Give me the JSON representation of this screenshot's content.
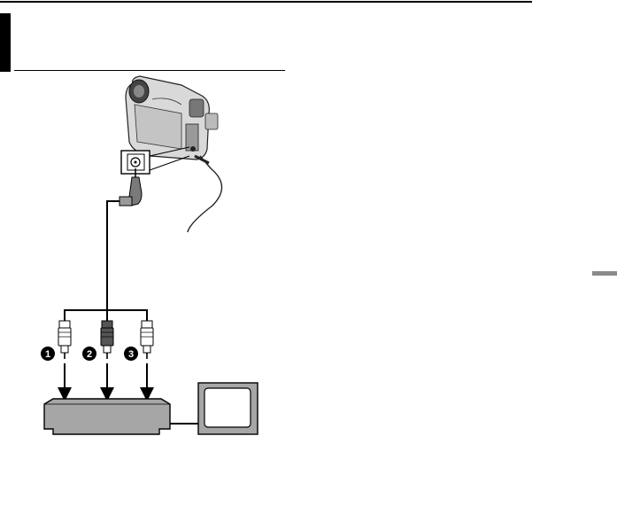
{
  "page": {
    "heading_text": "",
    "colors": {
      "rule": "#000000",
      "side_tab": "#8a8a8a"
    }
  },
  "diagram": {
    "description_icons": [
      "camcorder-icon",
      "av-jack-icon",
      "av-cable-plug-icon",
      "rca-plug-icon",
      "vcr-icon",
      "tv-icon"
    ],
    "plugs": [
      {
        "marker": "1"
      },
      {
        "marker": "2"
      },
      {
        "marker": "3"
      }
    ]
  }
}
